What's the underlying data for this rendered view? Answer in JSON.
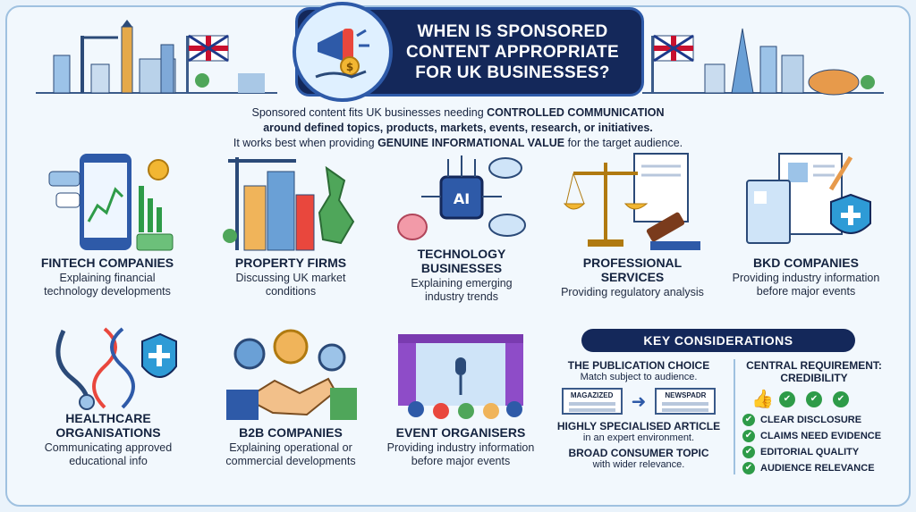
{
  "header": {
    "title_line1": "WHEN IS SPONSORED",
    "title_line2": "CONTENT APPROPRIATE",
    "title_line3": "FOR UK BUSINESSES?"
  },
  "intro": {
    "line1_a": "Sponsored content fits UK businesses needing ",
    "line1_b": "CONTROLLED COMMUNICATION",
    "line2": "around defined topics, products, markets, events, research, or initiatives.",
    "line3_a": "It works best when providing ",
    "line3_b": "GENUINE INFORMATIONAL VALUE",
    "line3_c": " for the target audience."
  },
  "cards": [
    {
      "title": "FINTECH COMPANIES",
      "desc": "Explaining financial technology developments"
    },
    {
      "title": "PROPERTY FIRMS",
      "desc": "Discussing UK market conditions"
    },
    {
      "title": "TECHNOLOGY BUSINESSES",
      "desc": "Explaining emerging industry trends"
    },
    {
      "title": "PROFESSIONAL SERVICES",
      "desc": "Providing regulatory analysis"
    },
    {
      "title": "BKD COMPANIES",
      "desc": "Providing industry information before major events"
    },
    {
      "title": "HEALTHCARE ORGANISATIONS",
      "desc": "Communicating approved educational info"
    },
    {
      "title": "B2B COMPANIES",
      "desc": "Explaining operational or commercial developments"
    },
    {
      "title": "EVENT ORGANISERS",
      "desc": "Providing industry information before major events"
    }
  ],
  "key_considerations": {
    "heading": "KEY CONSIDERATIONS",
    "publication": {
      "title": "THE PUBLICATION CHOICE",
      "subtitle": "Match subject to audience.",
      "label_a": "MAGAZIZED",
      "label_b": "NEWSPADR",
      "item1_title": "HIGHLY SPECIALISED ARTICLE",
      "item1_desc": "in an expert environment.",
      "item2_title": "BROAD CONSUMER TOPIC",
      "item2_desc": "with wider relevance."
    },
    "requirement": {
      "title_line1": "CENTRAL REQUIREMENT:",
      "title_line2": "CREDIBILITY",
      "checks": [
        "CLEAR DISCLOSURE",
        "CLAIMS NEED EVIDENCE",
        "EDITORIAL QUALITY",
        "AUDIENCE RELEVANCE"
      ]
    }
  },
  "colors": {
    "navy": "#14285a",
    "accent_blue": "#2e5aa8",
    "check_green": "#2e9b48",
    "page_bg": "#eaf3fb"
  }
}
